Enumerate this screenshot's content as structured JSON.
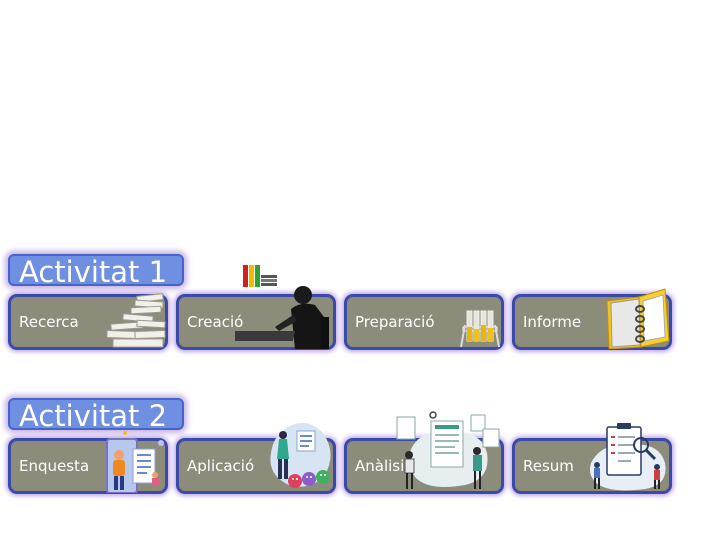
{
  "activities": [
    {
      "title": "Activitat 1",
      "steps": [
        {
          "label": "Recerca",
          "icon": "paper-stack-icon"
        },
        {
          "label": "Creació",
          "icon": "person-at-desk-icon"
        },
        {
          "label": "Preparació",
          "icon": "test-tubes-icon"
        },
        {
          "label": "Informe",
          "icon": "binder-icon"
        }
      ]
    },
    {
      "title": "Activitat 2",
      "steps": [
        {
          "label": "Enquesta",
          "icon": "survey-people-icon"
        },
        {
          "label": "Aplicació",
          "icon": "feedback-faces-icon"
        },
        {
          "label": "Anàlisi",
          "icon": "data-analysis-icon"
        },
        {
          "label": "Resum",
          "icon": "clipboard-review-icon"
        }
      ]
    }
  ]
}
